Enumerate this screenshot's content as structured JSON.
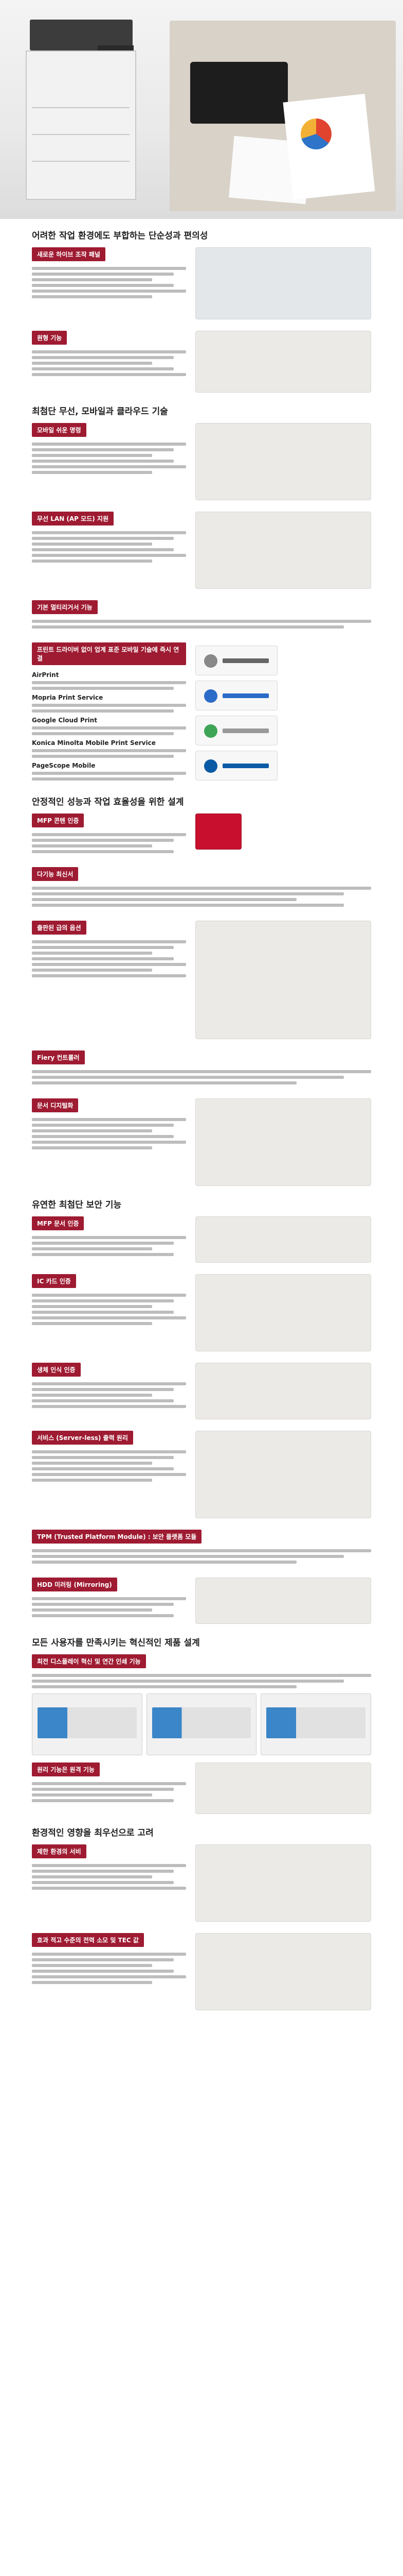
{
  "sections": [
    {
      "title": "어려한 작업 환경에도 부합하는 단순성과 편의성",
      "features": [
        {
          "title": "새로운 하이브 조작 패널"
        },
        {
          "title": "원형 기능"
        }
      ]
    },
    {
      "title": "최첨단 무선, 모바일과 클라우드 기술",
      "features": [
        {
          "title": "모바일 쉬운 명령"
        },
        {
          "title": "무선 LAN (AP 모드) 지원"
        },
        {
          "title": "기본 멀티리거서 기능"
        },
        {
          "title": "프린트 드라이버 없이 업계 표준 모바일 기술에 즉시 연결"
        }
      ],
      "services": [
        "AirPrint",
        "Mopria Print Service",
        "Google Cloud Print",
        "Konica Minolta Mobile Print Service",
        "PageScope Mobile"
      ]
    },
    {
      "title": "안정적인 성능과 작업 효율성을 위한 설계",
      "features": [
        {
          "title": "MFP 콘텐 인증"
        },
        {
          "title": "다기능 최신서"
        },
        {
          "title": "출판된 급의 옵션"
        },
        {
          "title": "Fiery 컨트롤러"
        },
        {
          "title": "문서 디지털화"
        }
      ]
    },
    {
      "title": "유연한 최첨단 보안 기능",
      "features": [
        {
          "title": "MFP 문서 인증"
        },
        {
          "title": "IC 카드 인증"
        },
        {
          "title": "생체 인식 인증"
        },
        {
          "title": "서비스 (Server-less) 출력 원리"
        },
        {
          "title": "TPM (Trusted Platform Module) : 보안 플랫폼 모듈"
        },
        {
          "title": "HDD 미러링 (Mirroring)"
        }
      ]
    },
    {
      "title": "모든 사용자를 만족시키는 혁신적인 제품 설계",
      "features": [
        {
          "title": "최전 디스플레이 혁신 및 연간 인쇄 기능"
        },
        {
          "title": "원리 기능은 원격 기능"
        }
      ]
    },
    {
      "title": "환경적인 영향을 최우선으로 고려",
      "features": [
        {
          "title": "제한 환경의 서비"
        },
        {
          "title": "효과 적고 수준의 전력 소모 및 TEC 값"
        }
      ]
    }
  ],
  "colors": {
    "accent": "#9e1b32",
    "heading": "#222222",
    "placeholder": "#bdbdbd"
  }
}
